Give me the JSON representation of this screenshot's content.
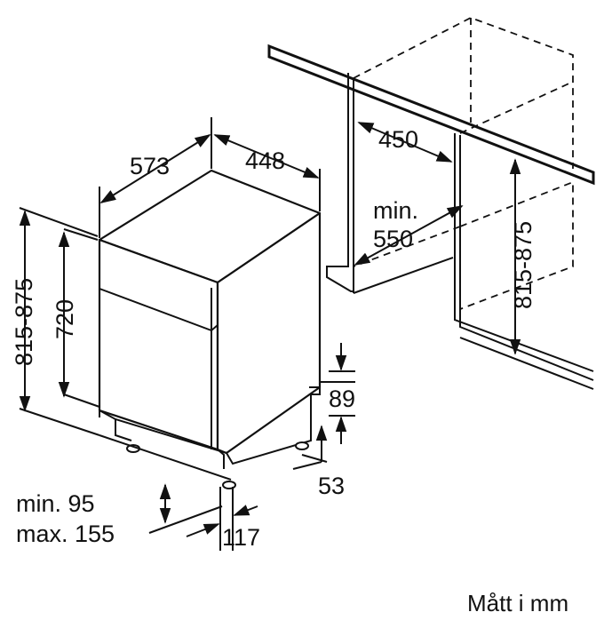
{
  "colors": {
    "line": "#111111",
    "background": "#ffffff"
  },
  "dimensions": {
    "depth": "573",
    "width": "448",
    "height_range_left": "815-875",
    "height_body": "720",
    "plinth_height": "89",
    "plinth_offset": "53",
    "foot_min": "min. 95",
    "foot_max": "max. 155",
    "foot_offset": "117",
    "niche_width": "450",
    "niche_depth_label": "min.",
    "niche_depth_value": "550",
    "niche_height_range": "815-875"
  },
  "unit_note": "Mått i mm"
}
